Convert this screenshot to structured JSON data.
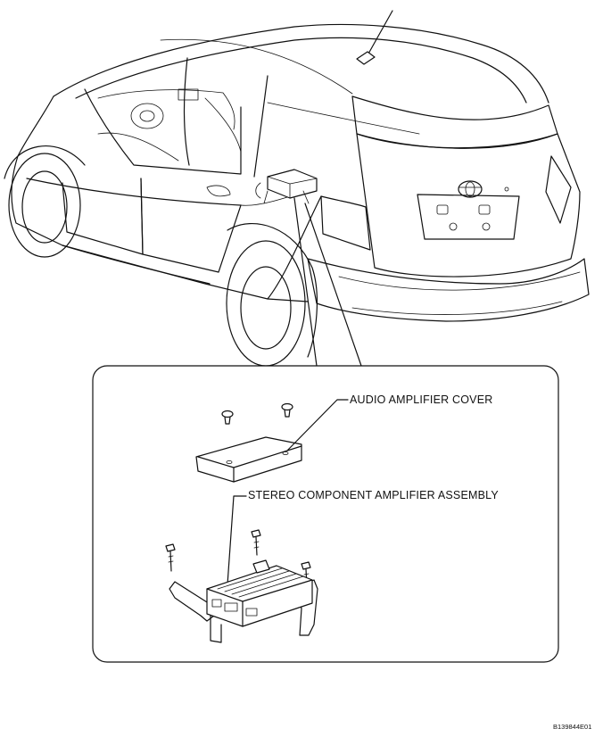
{
  "labels": {
    "audio_amplifier_cover": "AUDIO AMPLIFIER COVER",
    "stereo_component_amplifier_assembly": "STEREO COMPONENT AMPLIFIER ASSEMBLY"
  },
  "figure_code": "B139844E01",
  "colors": {
    "line": "#111111",
    "background": "#ffffff"
  }
}
